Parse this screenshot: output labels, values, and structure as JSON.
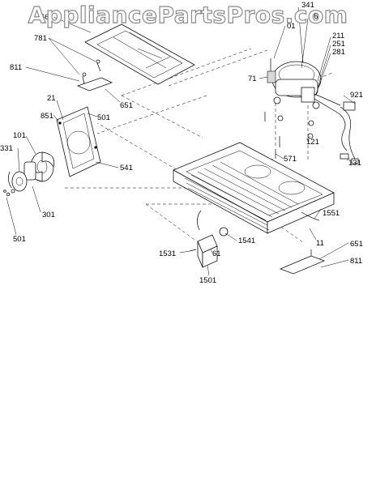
{
  "watermark": "AppliancePartsPros.com",
  "labels": {
    "l661": "661",
    "l781": "781",
    "l811a": "811",
    "l651a": "651",
    "l21": "21",
    "l851": "851",
    "l501a": "501",
    "l541": "541",
    "l101": "101",
    "l331": "331",
    "l301": "301",
    "l501b": "501",
    "l341": "341",
    "l161": "161",
    "l01": "01",
    "l211": "211",
    "l251": "251",
    "l281": "281",
    "l71": "71",
    "l921": "921",
    "l121": "121",
    "l571": "571",
    "l131": "131",
    "l1551": "1551",
    "l11": "11",
    "l651b": "651",
    "l811b": "811",
    "l1541": "1541",
    "l1531": "1531",
    "l61": "61",
    "l1501": "1501"
  }
}
